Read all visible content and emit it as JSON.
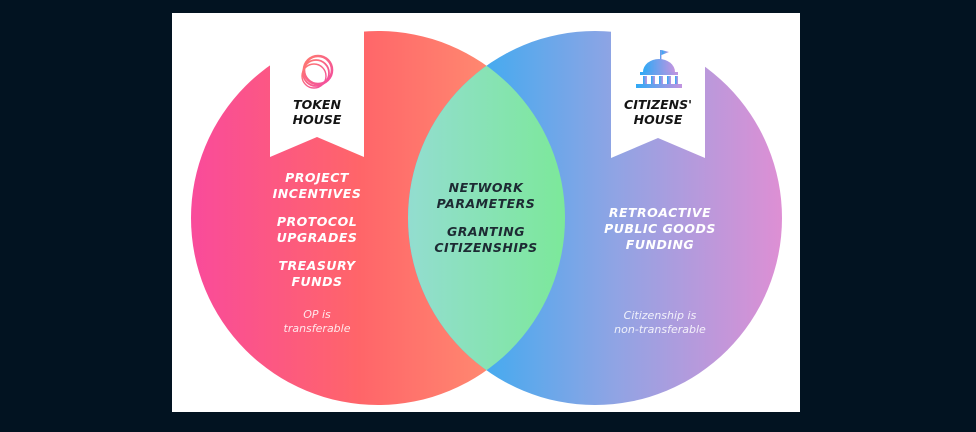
{
  "token_house": {
    "title_line1": "TOKEN",
    "title_line2": "HOUSE",
    "icon": "optimism-rings-icon",
    "items": [
      {
        "line1": "PROJECT",
        "line2": "INCENTIVES"
      },
      {
        "line1": "PROTOCOL",
        "line2": "UPGRADES"
      },
      {
        "line1": "TREASURY",
        "line2": "FUNDS"
      }
    ],
    "note_line1": "OP is",
    "note_line2": "transferable",
    "gradient": [
      "#F94B9B",
      "#FF6569",
      "#FF9D74"
    ]
  },
  "shared": {
    "items": [
      {
        "line1": "NETWORK",
        "line2": "PARAMETERS"
      },
      {
        "line1": "GRANTING",
        "line2": "CITIZENSHIPS"
      }
    ],
    "gradient": [
      "#93DDD0",
      "#7CE89A"
    ]
  },
  "citizens_house": {
    "title_line1": "CITIZENS'",
    "title_line2": "HOUSE",
    "icon": "capitol-building-icon",
    "items": [
      {
        "line1": "RETROACTIVE",
        "line2": "PUBLIC GOODS",
        "line3": "FUNDING"
      }
    ],
    "note_line1": "Citizenship is",
    "note_line2": "non-transferable",
    "gradient": [
      "#1AAEF6",
      "#8FA4E4",
      "#DE8FD4"
    ]
  },
  "colors": {
    "background": "#021321",
    "panel": "#FFFFFF"
  }
}
